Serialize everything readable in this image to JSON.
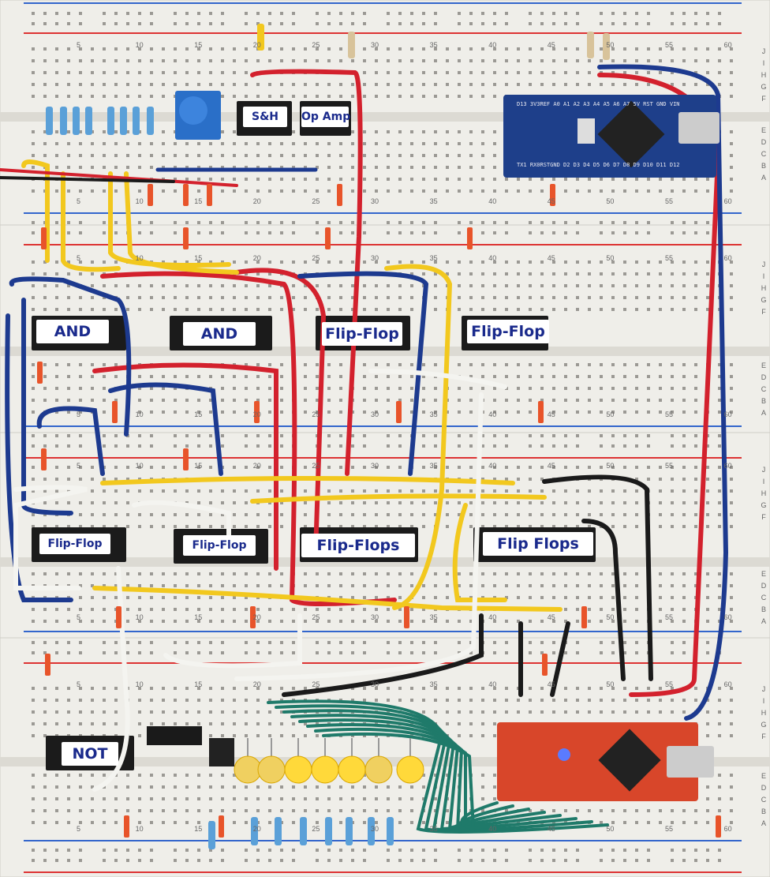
{
  "chip_labels": {
    "and_1": "AND",
    "and_2": "AND",
    "flipflop_1": "Flip-Flop",
    "flipflop_2": "Flip-Flop",
    "flipflop_3": "Flip-Flop",
    "flipflop_4": "Flip-Flop",
    "flipflops_1": "Flip-Flops",
    "flipflops_2": "Flip Flops",
    "not": "NOT",
    "sample_hold": "S&H",
    "op_amp": "Op Amp"
  },
  "column_numbers": [
    "5",
    "10",
    "15",
    "20",
    "25",
    "30",
    "35",
    "40",
    "45",
    "50",
    "55",
    "60"
  ],
  "row_letters_top": [
    "J",
    "I",
    "H",
    "G",
    "F"
  ],
  "row_letters_bottom": [
    "E",
    "D",
    "C",
    "B",
    "A"
  ],
  "arduino_top_pins": "D13 3V3REF A0 A1 A2 A3 A4 A5 A6 A7 5V RST GND VIN",
  "arduino_bottom_pins": "TX1 RX0RSTGND D2 D3 D4 D5 D6 D7 D8 D9 D10 D11 D12",
  "colors": {
    "red_wire": "#d3212d",
    "blue_wire": "#1d3a8f",
    "yellow_wire": "#f2c81e",
    "white_wire": "#f4f4f0",
    "black_wire": "#1a1a1a",
    "green_wire": "#1f7a6a",
    "arduino_blue": "#1e3f8a",
    "arduino_red": "#d8462a",
    "led": "#f6c81a"
  }
}
